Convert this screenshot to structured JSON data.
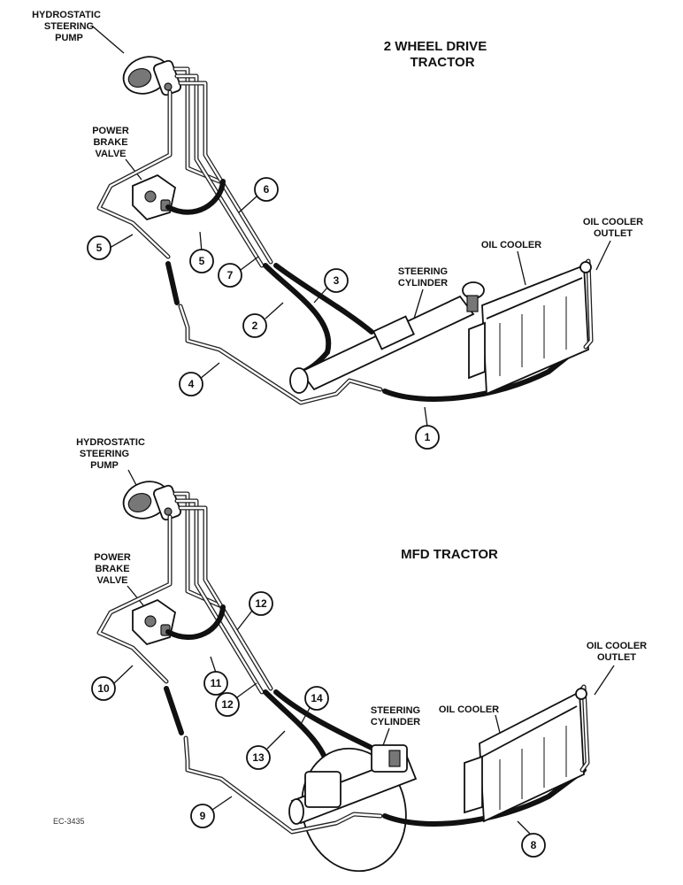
{
  "diagrams": [
    {
      "title_line1": "2 WHEEL DRIVE",
      "title_line2": "TRACTOR",
      "pump_label": [
        "HYDROSTATIC",
        "STEERING",
        "PUMP"
      ],
      "brake_label": [
        "POWER",
        "BRAKE",
        "VALVE"
      ],
      "cylinder_label": [
        "STEERING",
        "CYLINDER"
      ],
      "cooler_label": "OIL COOLER",
      "outlet_label": [
        "OIL COOLER",
        "OUTLET"
      ],
      "callouts": [
        "1",
        "2",
        "3",
        "4",
        "5",
        "5",
        "6",
        "7"
      ]
    },
    {
      "title_line1": "MFD TRACTOR",
      "pump_label": [
        "HYDROSTATIC",
        "STEERING",
        "PUMP"
      ],
      "brake_label": [
        "POWER",
        "BRAKE",
        "VALVE"
      ],
      "cylinder_label": [
        "STEERING",
        "CYLINDER"
      ],
      "cooler_label": "OIL COOLER",
      "outlet_label": [
        "OIL COOLER",
        "OUTLET"
      ],
      "callouts": [
        "8",
        "9",
        "10",
        "11",
        "12",
        "12",
        "13",
        "14"
      ]
    }
  ],
  "figure_ref": "EC-3435"
}
